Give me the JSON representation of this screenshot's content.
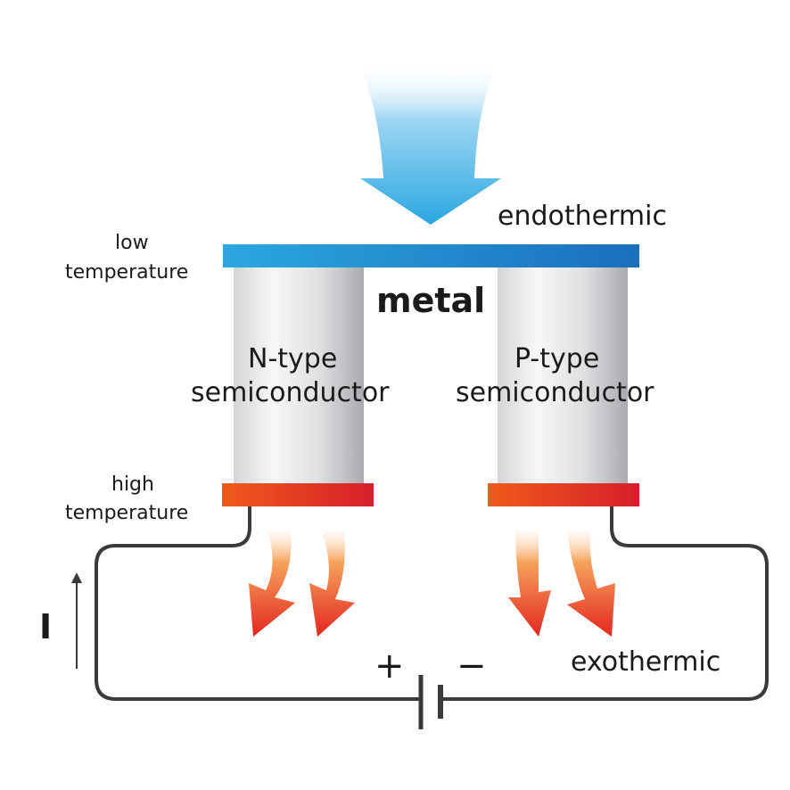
{
  "labels": {
    "endothermic": "endothermic",
    "metal": "metal",
    "low_temp_line1": "low",
    "low_temp_line2": "temperature",
    "high_temp_line1": "high",
    "high_temp_line2": "temperature",
    "n_type_line1": "N-type",
    "n_type_line2": "semiconductor",
    "p_type_line1": "P-type",
    "p_type_line2": "semiconductor",
    "exothermic": "exothermic",
    "current": "I",
    "plus": "+",
    "minus": "−"
  },
  "colors": {
    "cold_plate_start": "#2aa7e0",
    "cold_plate_end": "#1b6fbd",
    "hot_plate_start": "#f05a1a",
    "hot_plate_end": "#d61f2b",
    "heat_in_arrow": "#2aa7e0",
    "heat_out_arrow": "#e8361f",
    "wire": "#3a3a3a"
  },
  "icons": {
    "heat_in": "arrow-down-icon",
    "heat_out": "arrow-down-icon",
    "battery": "battery-icon",
    "current_direction": "arrow-up-icon"
  }
}
